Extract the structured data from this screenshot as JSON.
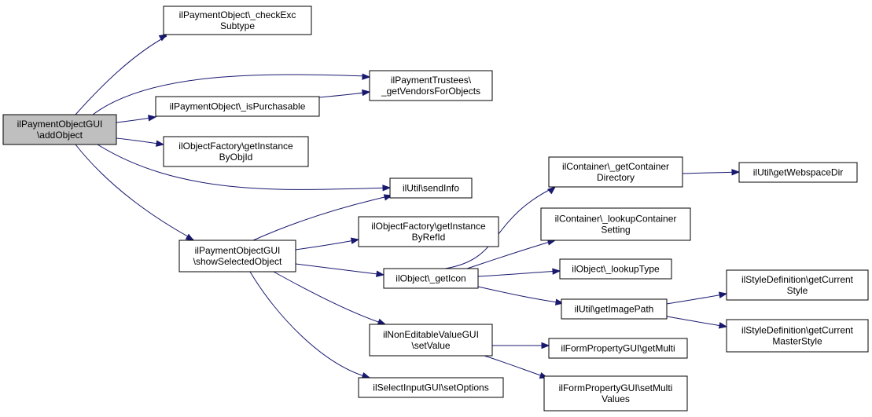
{
  "graph": {
    "nodes": [
      {
        "id": "n0",
        "lines": [
          "ilPaymentObjectGUI",
          "\\addObject"
        ]
      },
      {
        "id": "n1",
        "lines": [
          "ilPaymentObject\\_checkExc",
          "Subtype"
        ]
      },
      {
        "id": "n2",
        "lines": [
          "ilPaymentTrustees\\",
          "_getVendorsForObjects"
        ]
      },
      {
        "id": "n3",
        "lines": [
          "ilPaymentObject\\_isPurchasable"
        ]
      },
      {
        "id": "n4",
        "lines": [
          "ilObjectFactory\\getInstance",
          "ByObjId"
        ]
      },
      {
        "id": "n5",
        "lines": [
          "ilUtil\\sendInfo"
        ]
      },
      {
        "id": "n6",
        "lines": [
          "ilPaymentObjectGUI",
          "\\showSelectedObject"
        ]
      },
      {
        "id": "n7",
        "lines": [
          "ilObjectFactory\\getInstance",
          "ByRefId"
        ]
      },
      {
        "id": "n8",
        "lines": [
          "ilObject\\_getIcon"
        ]
      },
      {
        "id": "n9",
        "lines": [
          "ilNonEditableValueGUI",
          "\\setValue"
        ]
      },
      {
        "id": "n10",
        "lines": [
          "ilSelectInputGUI\\setOptions"
        ]
      },
      {
        "id": "n11",
        "lines": [
          "ilContainer\\_getContainer",
          "Directory"
        ]
      },
      {
        "id": "n12",
        "lines": [
          "ilContainer\\_lookupContainer",
          "Setting"
        ]
      },
      {
        "id": "n13",
        "lines": [
          "ilObject\\_lookupType"
        ]
      },
      {
        "id": "n14",
        "lines": [
          "ilUtil\\getImagePath"
        ]
      },
      {
        "id": "n15",
        "lines": [
          "ilUtil\\getWebspaceDir"
        ]
      },
      {
        "id": "n16",
        "lines": [
          "ilStyleDefinition\\getCurrent",
          "Style"
        ]
      },
      {
        "id": "n17",
        "lines": [
          "ilStyleDefinition\\getCurrent",
          "MasterStyle"
        ]
      },
      {
        "id": "n18",
        "lines": [
          "ilFormPropertyGUI\\getMulti"
        ]
      },
      {
        "id": "n19",
        "lines": [
          "ilFormPropertyGUI\\setMulti",
          "Values"
        ]
      }
    ],
    "edges": [
      [
        "n0",
        "n1"
      ],
      [
        "n0",
        "n2"
      ],
      [
        "n0",
        "n3"
      ],
      [
        "n0",
        "n4"
      ],
      [
        "n0",
        "n5"
      ],
      [
        "n0",
        "n6"
      ],
      [
        "n3",
        "n2"
      ],
      [
        "n6",
        "n5"
      ],
      [
        "n6",
        "n7"
      ],
      [
        "n6",
        "n8"
      ],
      [
        "n6",
        "n9"
      ],
      [
        "n6",
        "n10"
      ],
      [
        "n8",
        "n11"
      ],
      [
        "n8",
        "n12"
      ],
      [
        "n8",
        "n13"
      ],
      [
        "n8",
        "n14"
      ],
      [
        "n11",
        "n15"
      ],
      [
        "n14",
        "n16"
      ],
      [
        "n14",
        "n17"
      ],
      [
        "n9",
        "n18"
      ],
      [
        "n9",
        "n19"
      ]
    ],
    "root": "n0",
    "colors": {
      "edge": "#191970",
      "root_fill": "#bfbfbf",
      "node_fill": "#ffffff",
      "border": "#000000"
    }
  }
}
